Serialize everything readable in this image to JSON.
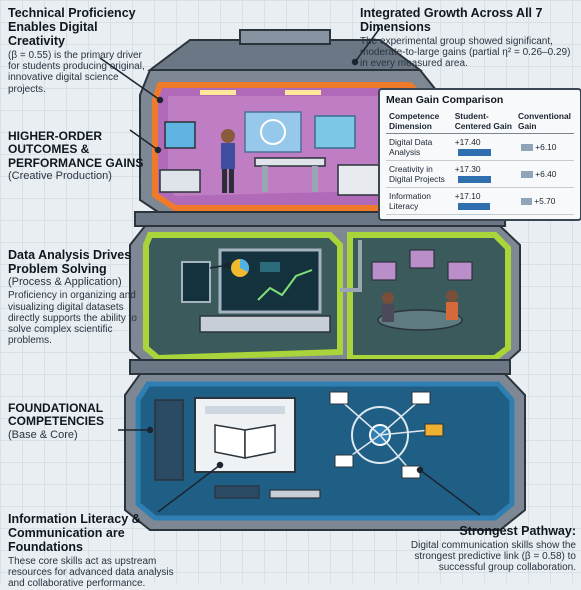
{
  "callouts": {
    "tech": {
      "title": "Technical Proficiency Enables Digital Creativity",
      "body": "(β = 0.55) is the primary driver for students producing original, innovative digital science projects."
    },
    "growth": {
      "title": "Integrated Growth Across All 7 Dimensions",
      "body": "The experimental group showed significant, moderate-to-large gains (partial η² = 0.26–0.29) in every measured area."
    },
    "higher": {
      "title": "HIGHER-ORDER OUTCOMES & PERFORMANCE GAINS",
      "sub": "(Creative Production)"
    },
    "data": {
      "title": "Data Analysis Drives Problem Solving",
      "sub": "(Process & Application)",
      "body": "Proficiency in organizing and visualizing digital datasets directly supports the ability to solve complex scientific problems."
    },
    "foundation": {
      "title": "FOUNDATIONAL COMPETENCIES",
      "sub": "(Base & Core)"
    },
    "literacy": {
      "title": "Information Literacy & Communication are Foundations",
      "body": "These core skills act as upstream resources for advanced data analysis and collaborative performance."
    },
    "pathway": {
      "title": "Strongest Pathway:",
      "body": "Digital communication skills show the strongest predictive link (β = 0.58) to successful group collaboration."
    }
  },
  "table": {
    "title": "Mean Gain Comparison",
    "headers": [
      "Competence Dimension",
      "Student-Centered Gain",
      "Conventional Gain"
    ],
    "rows": [
      {
        "dimension": "Digital Data Analysis",
        "student": "+17.40",
        "conventional": "+6.10",
        "student_value": 17.4,
        "conventional_value": 6.1
      },
      {
        "dimension": "Creativity in Digital Projects",
        "student": "+17.30",
        "conventional": "+6.40",
        "student_value": 17.3,
        "conventional_value": 6.4
      },
      {
        "dimension": "Information Literacy",
        "student": "+17.10",
        "conventional": "+5.70",
        "student_value": 17.1,
        "conventional_value": 5.7
      }
    ]
  },
  "colors": {
    "top_level": "#ef7a2a",
    "middle_level": "#a9d43a",
    "bottom_level": "#2f7fb2",
    "bar_student": "#2f6fb0",
    "bar_conventional": "#8fa4b8"
  }
}
